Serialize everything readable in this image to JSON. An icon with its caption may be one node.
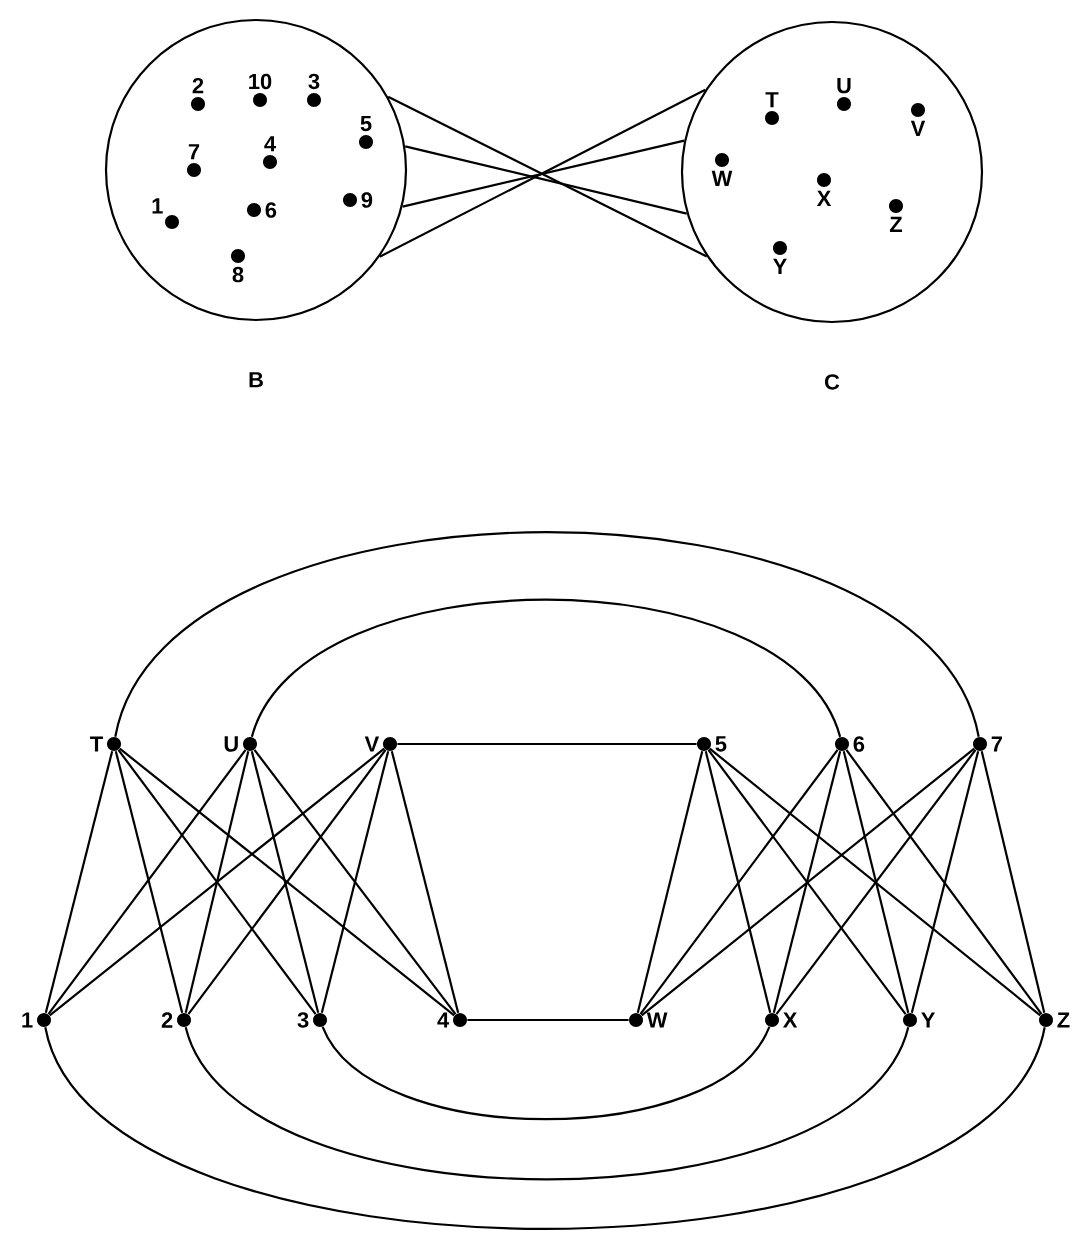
{
  "diagram": {
    "nodes": [
      {
        "text": [
          "B"
        ]
      },
      {
        "text": [
          "2"
        ],
        "in": 0
      },
      {
        "text": [
          "10"
        ],
        "in": 0
      },
      {
        "text": [
          "3"
        ],
        "in": 0
      },
      {
        "text": [
          "5"
        ],
        "in": 0
      },
      {
        "text": [
          "7"
        ],
        "in": 0
      },
      {
        "text": [
          "4"
        ],
        "in": 0
      },
      {
        "text": [
          "1"
        ],
        "in": 0
      },
      {
        "text": [
          "6"
        ],
        "in": 0
      },
      {
        "text": [
          "9"
        ],
        "in": 0
      },
      {
        "text": [
          "8"
        ],
        "in": 0
      },
      {
        "text": [
          "C"
        ]
      },
      {
        "text": [
          "T"
        ],
        "in": 11
      },
      {
        "text": [
          "U"
        ],
        "in": 11
      },
      {
        "text": [
          "V"
        ],
        "in": 11
      },
      {
        "text": [
          "W"
        ],
        "in": 11
      },
      {
        "text": [
          "X"
        ],
        "in": 11
      },
      {
        "text": [
          "Z"
        ],
        "in": 11
      },
      {
        "text": [
          "Y"
        ],
        "in": 11
      },
      {
        "text": [
          "T"
        ]
      },
      {
        "text": [
          "U"
        ]
      },
      {
        "text": [
          "V"
        ]
      },
      {
        "text": [
          "5"
        ]
      },
      {
        "text": [
          "6"
        ]
      },
      {
        "text": [
          "7"
        ]
      },
      {
        "text": [
          "1"
        ]
      },
      {
        "text": [
          "2"
        ]
      },
      {
        "text": [
          "3"
        ]
      },
      {
        "text": [
          "4"
        ]
      },
      {
        "text": [
          "W"
        ]
      },
      {
        "text": [
          "X"
        ]
      },
      {
        "text": [
          "Y"
        ]
      },
      {
        "text": [
          "Z"
        ]
      }
    ],
    "edges": [
      {
        "from": 0,
        "to": 11,
        "arrow": "none"
      },
      {
        "from": 0,
        "to": 11,
        "arrow": "none"
      },
      {
        "from": 0,
        "to": 11,
        "arrow": "none"
      },
      {
        "from": 0,
        "to": 11,
        "arrow": "none"
      },
      {
        "from": 19,
        "to": 25,
        "arrow": "none"
      },
      {
        "from": 19,
        "to": 26,
        "arrow": "none"
      },
      {
        "from": 19,
        "to": 27,
        "arrow": "none"
      },
      {
        "from": 19,
        "to": 28,
        "arrow": "none"
      },
      {
        "from": 20,
        "to": 25,
        "arrow": "none"
      },
      {
        "from": 20,
        "to": 26,
        "arrow": "none"
      },
      {
        "from": 20,
        "to": 27,
        "arrow": "none"
      },
      {
        "from": 20,
        "to": 28,
        "arrow": "none"
      },
      {
        "from": 21,
        "to": 25,
        "arrow": "none"
      },
      {
        "from": 21,
        "to": 26,
        "arrow": "none"
      },
      {
        "from": 21,
        "to": 27,
        "arrow": "none"
      },
      {
        "from": 21,
        "to": 28,
        "arrow": "none"
      },
      {
        "from": 21,
        "to": 22,
        "arrow": "none"
      },
      {
        "from": 28,
        "to": 29,
        "arrow": "none"
      },
      {
        "from": 22,
        "to": 29,
        "arrow": "none"
      },
      {
        "from": 22,
        "to": 30,
        "arrow": "none"
      },
      {
        "from": 22,
        "to": 31,
        "arrow": "none"
      },
      {
        "from": 22,
        "to": 32,
        "arrow": "none"
      },
      {
        "from": 23,
        "to": 29,
        "arrow": "none"
      },
      {
        "from": 23,
        "to": 30,
        "arrow": "none"
      },
      {
        "from": 23,
        "to": 31,
        "arrow": "none"
      },
      {
        "from": 23,
        "to": 32,
        "arrow": "none"
      },
      {
        "from": 24,
        "to": 29,
        "arrow": "none"
      },
      {
        "from": 24,
        "to": 30,
        "arrow": "none"
      },
      {
        "from": 24,
        "to": 31,
        "arrow": "none"
      },
      {
        "from": 24,
        "to": 32,
        "arrow": "none"
      },
      {
        "from": 19,
        "to": 24,
        "arrow": "none"
      },
      {
        "from": 20,
        "to": 23,
        "arrow": "none"
      },
      {
        "from": 25,
        "to": 32,
        "arrow": "none"
      },
      {
        "from": 26,
        "to": 31,
        "arrow": "none"
      },
      {
        "from": 27,
        "to": 30,
        "arrow": "none"
      }
    ]
  }
}
